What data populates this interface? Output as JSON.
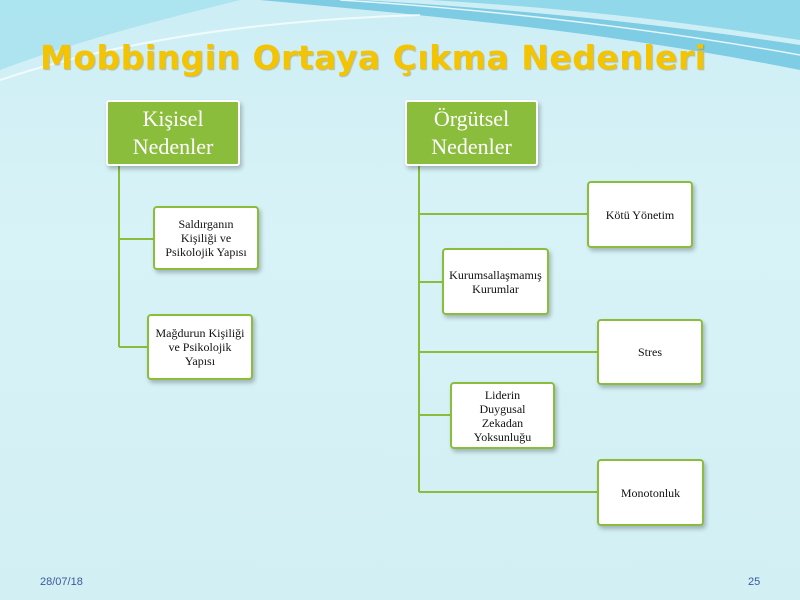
{
  "slide": {
    "title": "Mobbingin Ortaya Çıkma Nedenleri",
    "date": "28/07/18",
    "page_number": "25"
  },
  "diagram": {
    "left": {
      "header": "Kişisel Nedenler",
      "items": [
        "Saldırganın Kişiliği ve Psikolojik Yapısı",
        "Mağdurun Kişiliği ve Psikolojik Yapısı"
      ]
    },
    "right": {
      "header": "Örgütsel Nedenler",
      "items": [
        "Kötü Yönetim",
        "Kurumsallaşmamış Kurumlar",
        "Stres",
        "Liderin Duygusal Zekadan Yoksunluğu",
        "Monotonluk"
      ]
    },
    "colors": {
      "header_fill": "#8bbd3c",
      "connector": "#8bbd3c",
      "title": "#f5c400"
    }
  }
}
